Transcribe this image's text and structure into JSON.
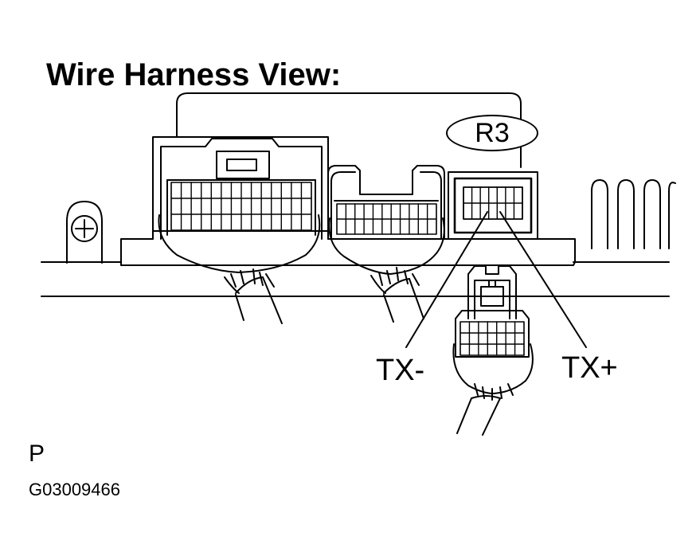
{
  "title": "Wire Harness View:",
  "connector_id": "R3",
  "terminals": [
    {
      "name": "TX-",
      "label": "TX-"
    },
    {
      "name": "TX+",
      "label": "TX+"
    }
  ],
  "corner_mark": "P",
  "figure_code": "G03009466"
}
